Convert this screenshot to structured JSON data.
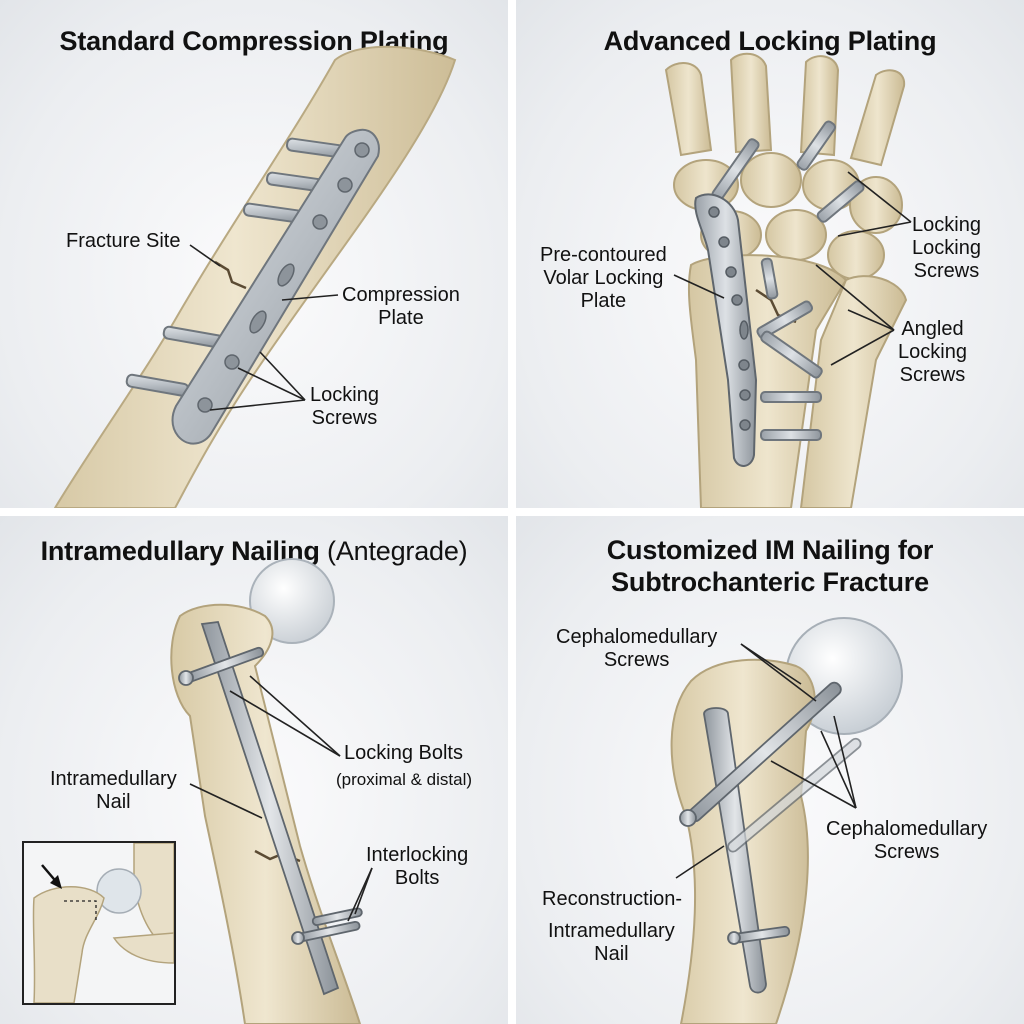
{
  "panels": {
    "compression": {
      "title": "Standard Compression Plating",
      "labels": {
        "fracture_site": "Fracture Site",
        "plate": [
          "Compression",
          "Plate"
        ],
        "screws": [
          "Locking",
          "Screws"
        ]
      }
    },
    "locking": {
      "title": "Advanced Locking Plating",
      "labels": {
        "plate": [
          "Pre-contoured",
          "Volar Locking",
          "Plate"
        ],
        "locking_screws": [
          "Locking",
          "Locking",
          "Screws"
        ],
        "angled_screws": [
          "Angled",
          "Locking",
          "Screws"
        ]
      }
    },
    "im_nailing": {
      "title_main": "Intramedullary Nailing",
      "title_paren": "(Antegrade)",
      "labels": {
        "bolts": "Locking Bolts",
        "bolts_sub": "(proximal & distal)",
        "nail": [
          "Intramedullary",
          "Nail"
        ],
        "interlocking": [
          "Interlocking",
          "Bolts"
        ]
      }
    },
    "custom_im": {
      "title": [
        "Customized IM Nailing for",
        "Subtrochanteric Fracture"
      ],
      "labels": {
        "cephalo_top": [
          "Cephalomedullary",
          "Screws"
        ],
        "cephalo_right": [
          "Cephalomedullary",
          "Screws"
        ],
        "recon_1": "Reconstruction-",
        "recon_2": [
          "Intramedullary",
          "Nail"
        ]
      }
    }
  },
  "colors": {
    "bone": "#e7ddc4",
    "bone_shade": "#cdbf9f",
    "metal": "#b9bec4",
    "metal_dark": "#7d848b",
    "divider": "#ffffff"
  }
}
